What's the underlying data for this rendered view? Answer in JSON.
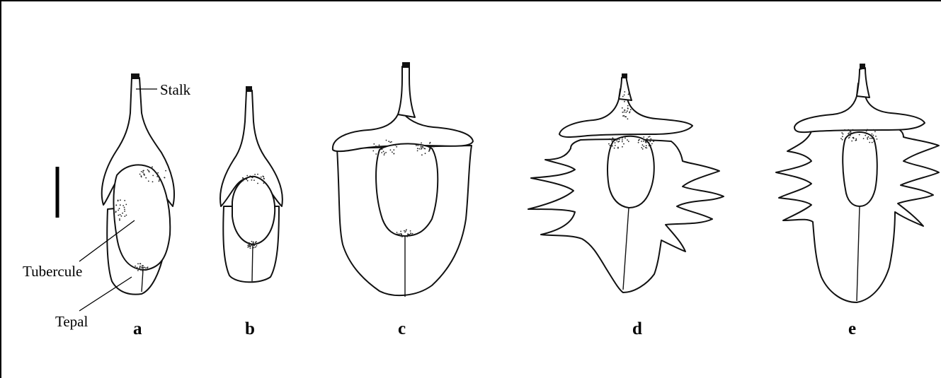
{
  "labels": {
    "stalk": "Stalk",
    "tubercule": "Tubercule",
    "tepal": "Tepal"
  },
  "panels": {
    "a": "a",
    "b": "b",
    "c": "c",
    "d": "d",
    "e": "e"
  },
  "colors": {
    "ink": "#111111",
    "background": "#ffffff"
  }
}
